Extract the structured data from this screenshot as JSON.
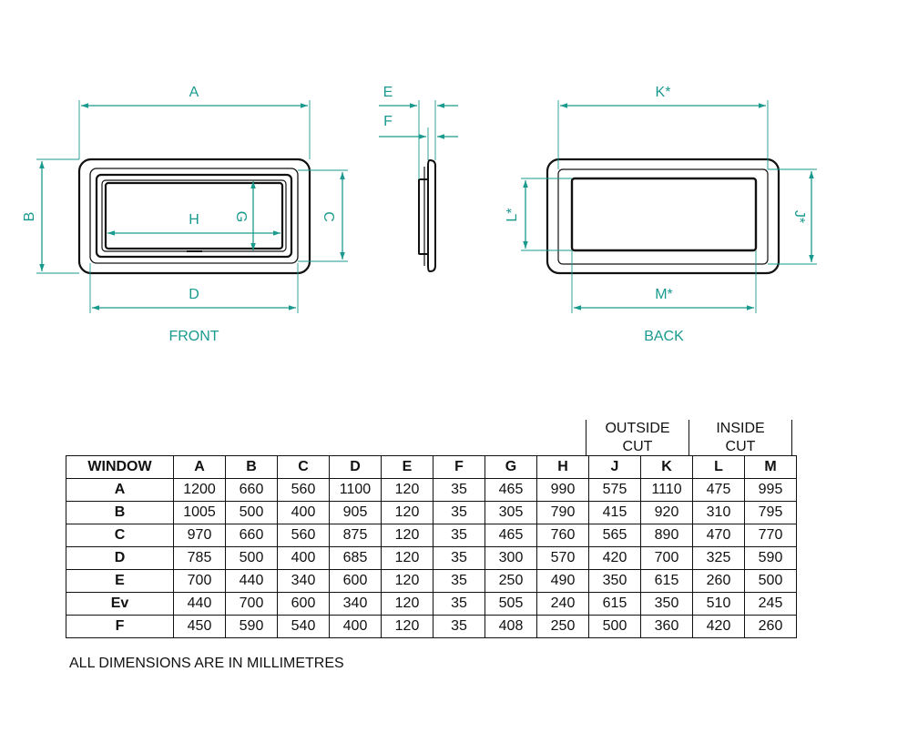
{
  "labels": {
    "A": "A",
    "B": "B",
    "C": "C",
    "D": "D",
    "E": "E",
    "F": "F",
    "G": "G",
    "H": "H",
    "J": "J*",
    "K": "K*",
    "L": "L*",
    "M": "M*"
  },
  "views": {
    "front": "FRONT",
    "back": "BACK"
  },
  "table": {
    "groups": [
      {
        "key": "outside",
        "line1": "OUTSIDE",
        "line2": "CUT"
      },
      {
        "key": "inside",
        "line1": "INSIDE",
        "line2": "CUT"
      }
    ],
    "headers": [
      "WINDOW",
      "A",
      "B",
      "C",
      "D",
      "E",
      "F",
      "G",
      "H",
      "J",
      "K",
      "L",
      "M"
    ],
    "rows": [
      [
        "A",
        "1200",
        "660",
        "560",
        "1100",
        "120",
        "35",
        "465",
        "990",
        "575",
        "1110",
        "475",
        "995"
      ],
      [
        "B",
        "1005",
        "500",
        "400",
        "905",
        "120",
        "35",
        "305",
        "790",
        "415",
        "920",
        "310",
        "795"
      ],
      [
        "C",
        "970",
        "660",
        "560",
        "875",
        "120",
        "35",
        "465",
        "760",
        "565",
        "890",
        "470",
        "770"
      ],
      [
        "D",
        "785",
        "500",
        "400",
        "685",
        "120",
        "35",
        "300",
        "570",
        "420",
        "700",
        "325",
        "590"
      ],
      [
        "E",
        "700",
        "440",
        "340",
        "600",
        "120",
        "35",
        "250",
        "490",
        "350",
        "615",
        "260",
        "500"
      ],
      [
        "Ev",
        "440",
        "700",
        "600",
        "340",
        "120",
        "35",
        "505",
        "240",
        "615",
        "350",
        "510",
        "245"
      ],
      [
        "F",
        "450",
        "590",
        "540",
        "400",
        "120",
        "35",
        "408",
        "250",
        "500",
        "360",
        "420",
        "260"
      ]
    ]
  },
  "note": "ALL DIMENSIONS ARE IN MILLIMETRES",
  "colors": {
    "dimension": "#1a9a8e",
    "outline": "#111111"
  }
}
